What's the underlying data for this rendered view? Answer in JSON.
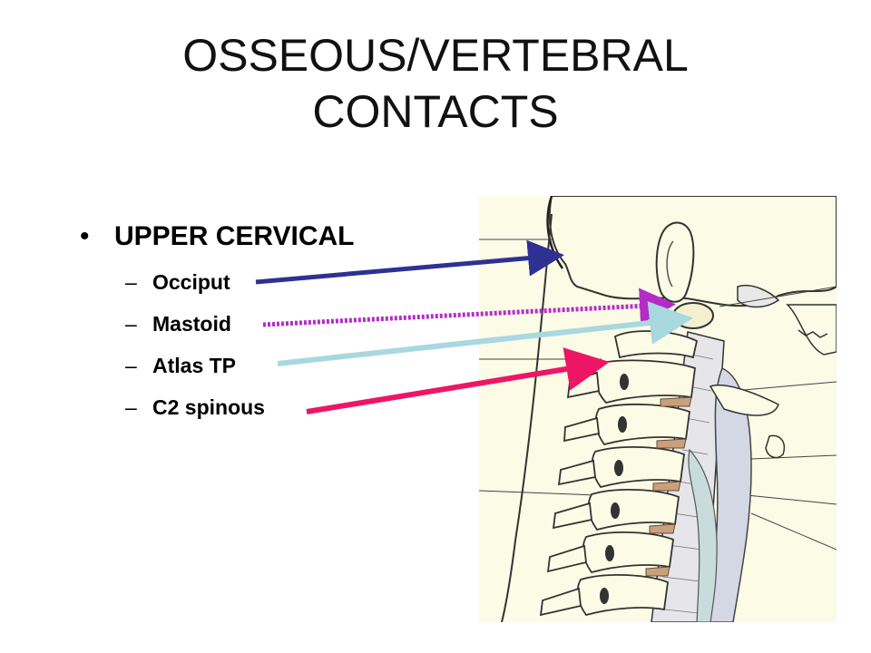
{
  "slide": {
    "title_lines": [
      "OSSEOUS/VERTEBRAL",
      "CONTACTS"
    ],
    "main_bullet": "UPPER CERVICAL",
    "sub_items": [
      {
        "label": "Occiput",
        "arrow_color": "#2e3192"
      },
      {
        "label": "Mastoid",
        "arrow_color": "#b42cc8"
      },
      {
        "label": "Atlas TP",
        "arrow_color": "#a8d8e0"
      },
      {
        "label": "C2 spinous",
        "arrow_color": "#ee1566"
      }
    ],
    "bullet_glyph": "•",
    "dash_glyph": "–"
  },
  "figure": {
    "subject": "lateral cervical spine and skull anatomy",
    "bone_color": "#fbfbe6",
    "disc_color": "#c8a07c",
    "soft_tissue_color": "#d4d8e4"
  }
}
